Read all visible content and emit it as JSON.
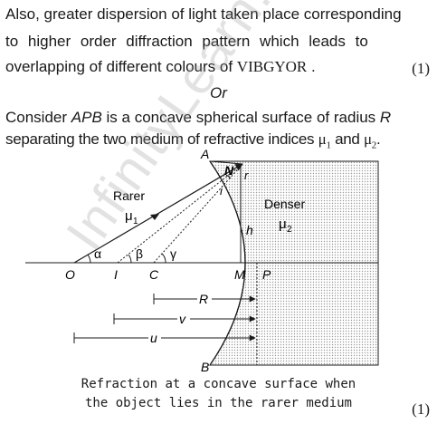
{
  "text": {
    "line1": "Also, greater dispersion of light taken place corresponding",
    "line2": "to higher order diffraction pattern which leads to",
    "line3_prefix": "overlapping of different colours of ",
    "line3_vibgyor": "VIBGYOR",
    "line3_suffix": " .",
    "mark1": "(1)",
    "or": "Or",
    "line4_a": "Consider ",
    "line4_apb": "APB",
    "line4_b": " is a concave spherical surface of radius ",
    "line4_r": "R",
    "line5_a": "separating the two medium of refractive indices ",
    "mu1": "μ",
    "mu1_sub": "1",
    "line5_and": " and ",
    "mu2": "μ",
    "mu2_sub": "2",
    "line5_end": ".",
    "caption1": "Refraction at a concave surface when",
    "caption2": "the object lies in the rarer medium",
    "mark2": "(1)"
  },
  "diagram": {
    "label_A": "A",
    "label_B": "B",
    "label_N": "N",
    "label_r": "r",
    "label_i": "i",
    "label_rarer": "Rarer",
    "label_mu1": "μ",
    "label_mu1_sub": "1",
    "label_denser": "Denser",
    "label_mu2": "μ",
    "label_mu2_sub": "2",
    "label_h": "h",
    "label_alpha": "α",
    "label_beta": "β",
    "label_gamma": "γ",
    "label_O": "O",
    "label_I": "I",
    "label_C": "C",
    "label_M": "M",
    "label_P": "P",
    "label_R": "R",
    "label_v": "v",
    "label_u": "u"
  },
  "watermark": "InfinityLearn.com"
}
